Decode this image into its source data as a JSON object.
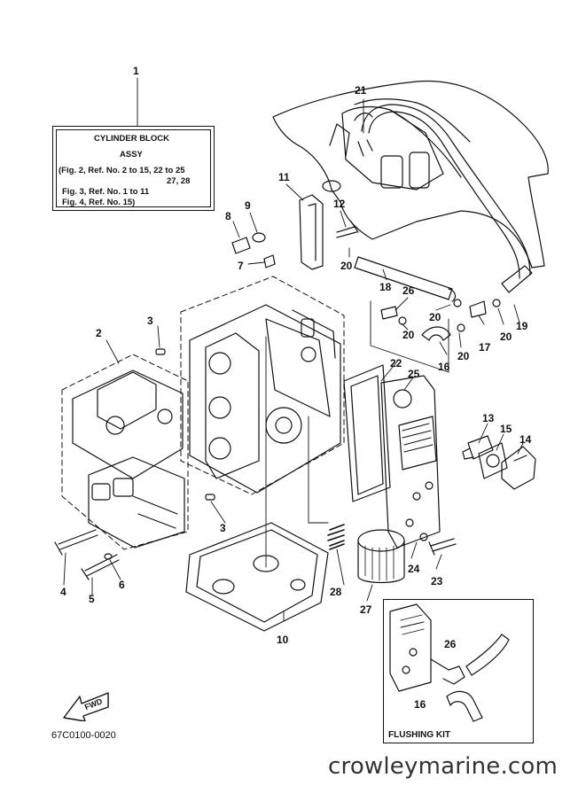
{
  "assy_box": {
    "title": "CYLINDER BLOCK",
    "subtitle": "ASSY",
    "lines": [
      "(Fig. 2, Ref. No. 2 to 15, 22 to 25",
      "27, 28",
      "Fig. 3, Ref. No. 1 to 11",
      "Fig. 4, Ref. No. 15)"
    ]
  },
  "callouts": {
    "c1": "1",
    "c2": "2",
    "c3a": "3",
    "c3b": "3",
    "c4": "4",
    "c5": "5",
    "c6": "6",
    "c7": "7",
    "c8": "8",
    "c9": "9",
    "c10": "10",
    "c11": "11",
    "c12": "12",
    "c13": "13",
    "c14": "14",
    "c15": "15",
    "c16": "16",
    "c16b": "16",
    "c17": "17",
    "c18": "18",
    "c19": "19",
    "c20a": "20",
    "c20b": "20",
    "c20c": "20",
    "c20d": "20",
    "c20e": "20",
    "c21": "21",
    "c22": "22",
    "c23": "23",
    "c24": "24",
    "c25": "25",
    "c26": "26",
    "c26b": "26",
    "c27": "27",
    "c28": "28"
  },
  "flushing_kit_label": "FLUSHING KIT",
  "fwd_label": "FWD",
  "diagram_code": "67C0100-0020",
  "watermark": "crowleymarine.com"
}
